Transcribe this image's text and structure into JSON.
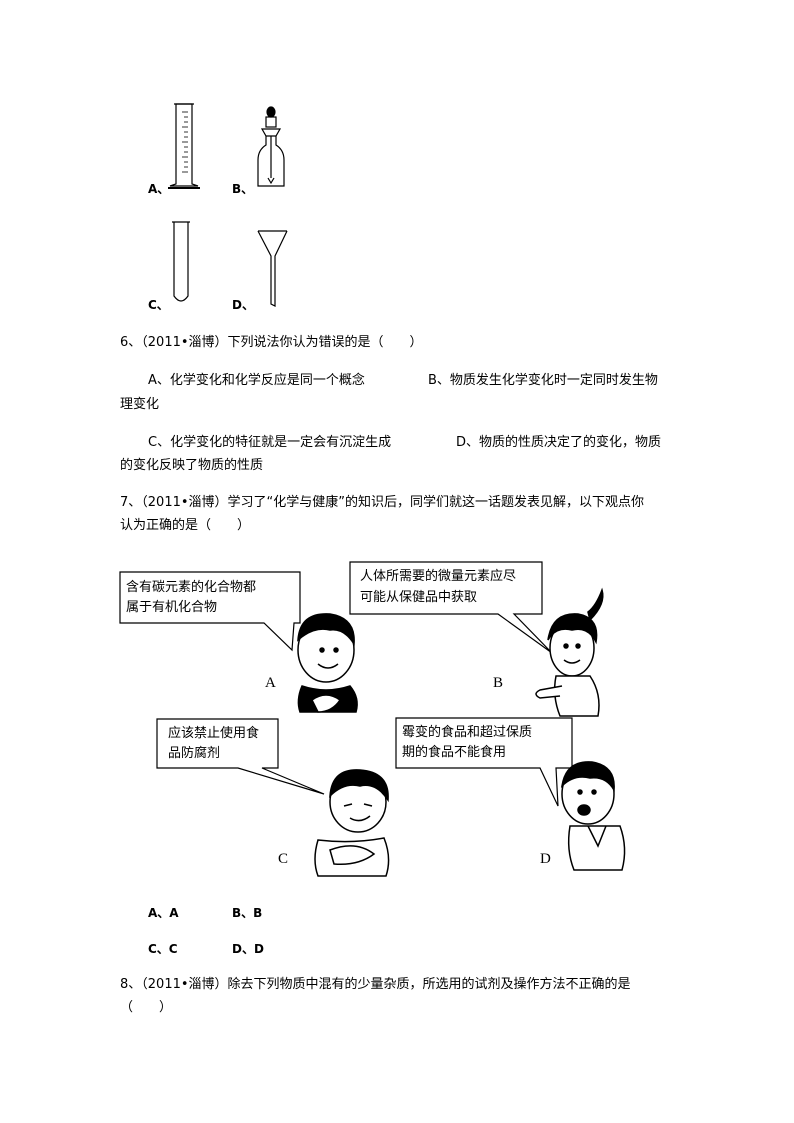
{
  "q5_options": [
    {
      "label": "A、",
      "icon": "graduated-cylinder-icon"
    },
    {
      "label": "B、",
      "icon": "dropper-bottle-icon"
    },
    {
      "label": "C、",
      "icon": "test-tube-icon"
    },
    {
      "label": "D、",
      "icon": "funnel-icon"
    }
  ],
  "q6": {
    "stem": "6、（2011•淄博）下列说法你认为错误的是（　　）",
    "optA": "A、化学变化和化学反应是同一个概念",
    "optB_1": "B、物质发生化学变化时一定同时发生物",
    "optB_2": "理变化",
    "optC": "C、化学变化的特征就是一定会有沉淀生成",
    "optD_1": "D、物质的性质决定了的变化，物质",
    "optD_2": "的变化反映了物质的性质"
  },
  "q7": {
    "stem_1": "7、（2011•淄博）学习了“化学与健康”的知识后，同学们就这一话题发表见解，以下观点你",
    "stem_2": "认为正确的是（　　）",
    "bubbles": {
      "a_1": "含有碳元素的化合物都",
      "a_2": "属于有机化合物",
      "b_1": "人体所需要的微量元素应尽",
      "b_2": "可能从保健品中获取",
      "c_1": "应该禁止使用食",
      "c_2": "品防腐剂",
      "d_1": "霉变的食品和超过保质",
      "d_2": "期的食品不能食用"
    },
    "figure_labels": {
      "a": "A",
      "b": "B",
      "c": "C",
      "d": "D"
    },
    "answers": {
      "a": "A、A",
      "b": "B、B",
      "c": "C、C",
      "d": "D、D"
    }
  },
  "q8": {
    "stem_1": "8、（2011•淄博）除去下列物质中混有的少量杂质，所选用的试剂及操作方法不正确的是",
    "stem_2": "（　　）"
  }
}
